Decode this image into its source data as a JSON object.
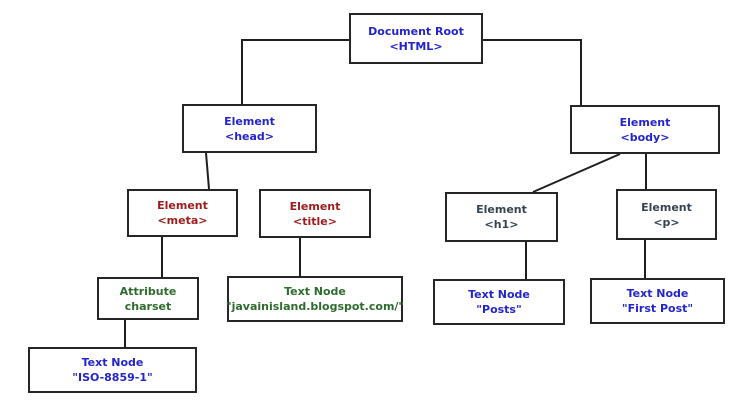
{
  "colors": {
    "border": "#262626",
    "background": "#ffffff",
    "blue": "#2424cc",
    "red": "#9c1c1c",
    "green": "#2e6b2e",
    "dark": "#36454f"
  },
  "nodes": {
    "doc_root": {
      "line1": "Document Root",
      "line2": "<HTML>"
    },
    "head": {
      "line1": "Element",
      "line2": "<head>"
    },
    "body": {
      "line1": "Element",
      "line2": "<body>"
    },
    "meta": {
      "line1": "Element",
      "line2": "<meta>"
    },
    "title": {
      "line1": "Element",
      "line2": "<title>"
    },
    "h1": {
      "line1": "Element",
      "line2": "<h1>"
    },
    "p": {
      "line1": "Element",
      "line2": "<p>"
    },
    "attr_charset": {
      "line1": "Attribute",
      "line2": "charset"
    },
    "text_url": {
      "line1": "Text Node",
      "line2": "\"javainisland.blogspot.com/\""
    },
    "text_iso": {
      "line1": "Text Node",
      "line2": "\"ISO-8859-1\""
    },
    "text_posts": {
      "line1": "Text Node",
      "line2": "\"Posts\""
    },
    "text_firstpost": {
      "line1": "Text Node",
      "line2": "\"First Post\""
    }
  }
}
